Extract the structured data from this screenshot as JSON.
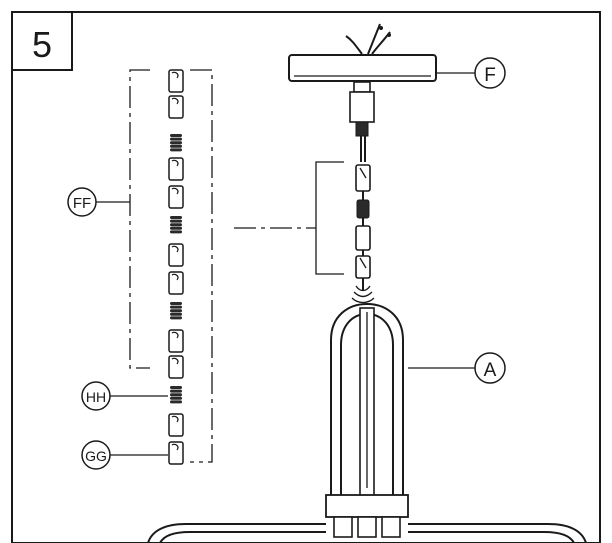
{
  "step": {
    "number": "5"
  },
  "labels": {
    "canopy": "F",
    "fixture": "A",
    "chain": "FF",
    "link_connector": "HH",
    "quick_link": "GG"
  }
}
